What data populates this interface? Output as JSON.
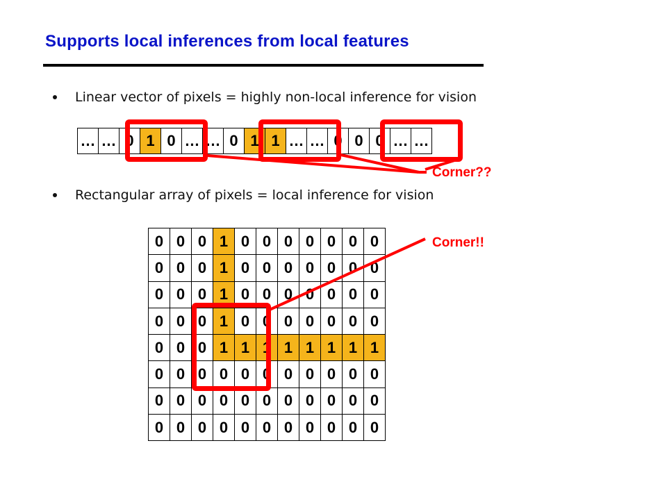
{
  "slide": {
    "title": "Supports local inferences from local features",
    "bullets": [
      "Linear vector of pixels = highly non-local inference for vision",
      "Rectangular array of pixels = local inference for vision"
    ],
    "corner_question_label": "Corner??",
    "corner_exclaim_label": "Corner!!",
    "colors": {
      "title": "#0a14c8",
      "highlight_fill": "#f5b41b",
      "annotation_red": "#ff0000"
    }
  },
  "linear_vector": [
    "…",
    "…",
    "0",
    "1",
    "0",
    "…",
    "…",
    "0",
    "1",
    "1",
    "…",
    "…",
    "0",
    "0",
    "0",
    "…",
    "…"
  ],
  "grid": [
    [
      "0",
      "0",
      "0",
      "1",
      "0",
      "0",
      "0",
      "0",
      "0",
      "0",
      "0"
    ],
    [
      "0",
      "0",
      "0",
      "1",
      "0",
      "0",
      "0",
      "0",
      "0",
      "0",
      "0"
    ],
    [
      "0",
      "0",
      "0",
      "1",
      "0",
      "0",
      "0",
      "0",
      "0",
      "0",
      "0"
    ],
    [
      "0",
      "0",
      "0",
      "1",
      "0",
      "0",
      "0",
      "0",
      "0",
      "0",
      "0"
    ],
    [
      "0",
      "0",
      "0",
      "1",
      "1",
      "1",
      "1",
      "1",
      "1",
      "1",
      "1"
    ],
    [
      "0",
      "0",
      "0",
      "0",
      "0",
      "0",
      "0",
      "0",
      "0",
      "0",
      "0"
    ],
    [
      "0",
      "0",
      "0",
      "0",
      "0",
      "0",
      "0",
      "0",
      "0",
      "0",
      "0"
    ],
    [
      "0",
      "0",
      "0",
      "0",
      "0",
      "0",
      "0",
      "0",
      "0",
      "0",
      "0"
    ]
  ]
}
